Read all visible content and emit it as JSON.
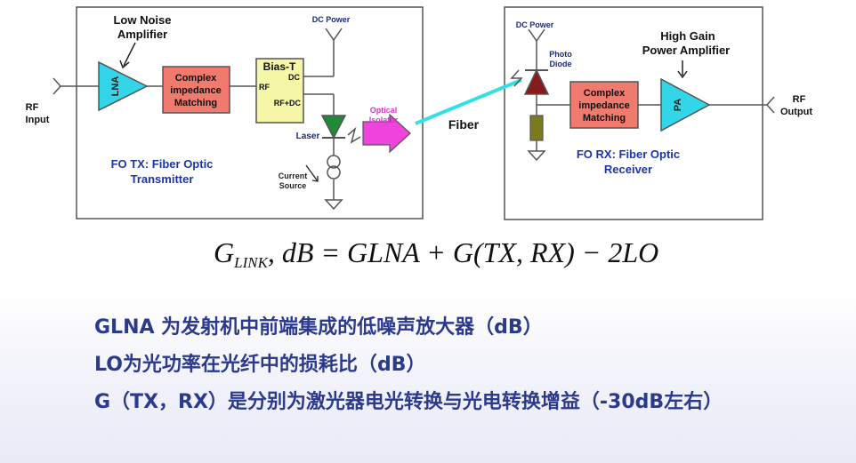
{
  "tx": {
    "lna_title_1": "Low Noise",
    "lna_title_2": "Amplifier",
    "lna_label": "LNA",
    "rf_input_1": "RF",
    "rf_input_2": "Input",
    "matching_1": "Complex",
    "matching_2": "impedance",
    "matching_3": "Matching",
    "bias_title": "Bias-T",
    "bias_dc": "DC",
    "bias_rf": "RF",
    "bias_rfdc": "RF+DC",
    "dc_power": "DC Power",
    "laser": "Laser",
    "isolator_1": "Optical",
    "isolator_2": "Isolator",
    "current_source_1": "Current",
    "current_source_2": "Source",
    "caption_1": "FO TX: Fiber Optic",
    "caption_2": "Transmitter"
  },
  "fiber_label": "Fiber",
  "rx": {
    "dc_power": "DC Power",
    "photo_1": "Photo",
    "photo_2": "Diode",
    "pa_title_1": "High Gain",
    "pa_title_2": "Power Amplifier",
    "matching_1": "Complex",
    "matching_2": "impedance",
    "matching_3": "Matching",
    "pa_label": "PA",
    "rf_output_1": "RF",
    "rf_output_2": "Output",
    "caption_1": "FO RX: Fiber Optic",
    "caption_2": "Receiver"
  },
  "formula": {
    "g": "G",
    "sub": "LINK",
    "rest": ", dB = GLNA + G(TX, RX) − 2LO"
  },
  "notes": [
    "GLNA 为发射机中前端集成的低噪声放大器（dB）",
    "LO为光功率在光纤中的损耗比（dB）",
    "G（TX，RX）是分别为激光器电光转换与光电转换增益（-30dB左右）"
  ],
  "colors": {
    "amp_fill": "#33d6e8",
    "matching_fill": "#f07a6e",
    "bias_fill": "#f5f7a6",
    "laser_fill": "#1f8a3a",
    "diode_fill": "#8a1a1a",
    "isolator_fill": "#ee44dd",
    "resistor_fill": "#7a7a1e",
    "fiber": "#33e0e8",
    "caption": "#1a36a8",
    "note_text": "#2b3a8c"
  }
}
